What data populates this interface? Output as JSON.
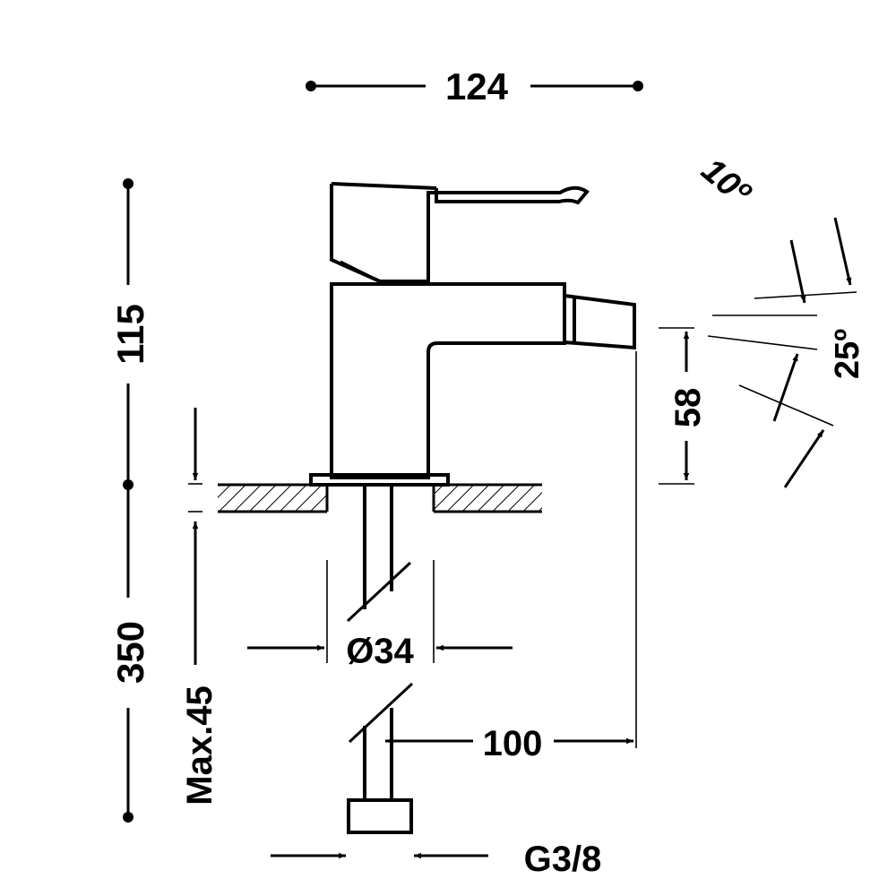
{
  "drawing": {
    "type": "bidet mixer technical dimension drawing",
    "dimensions": {
      "overall_width": "124",
      "total_height_upper": "115",
      "total_height_lower": "350",
      "deck_thickness": "Max.45",
      "hole_diameter": "Ø34",
      "spout_reach": "100",
      "spout_height": "58",
      "connection_thread": "G3/8",
      "spout_tilt_angle": "10º",
      "spout_swivel_angle": "25º"
    },
    "colors": {
      "line": "#000000",
      "background": "#ffffff"
    }
  }
}
